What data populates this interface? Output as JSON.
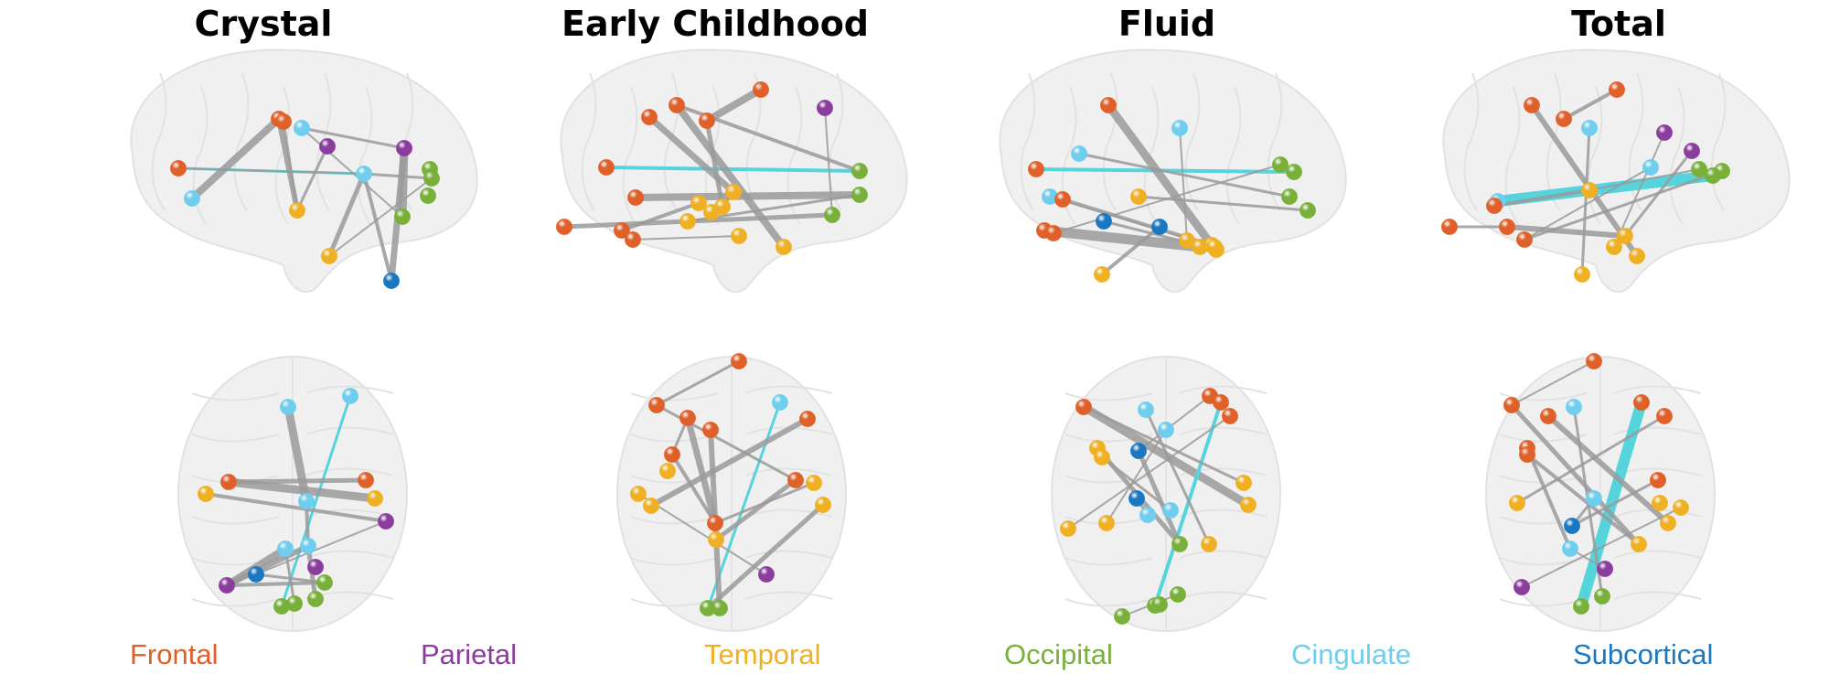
{
  "panels": [
    {
      "title": "Crystal"
    },
    {
      "title": "Early Childhood"
    },
    {
      "title": "Fluid"
    },
    {
      "title": "Total"
    }
  ],
  "legend": [
    {
      "label": "Frontal",
      "color": "#e0602a",
      "region": "frontal"
    },
    {
      "label": "Parietal",
      "color": "#8a3d9c",
      "region": "parietal"
    },
    {
      "label": "Temporal",
      "color": "#f0b023",
      "region": "temporal"
    },
    {
      "label": "Occipital",
      "color": "#78b03a",
      "region": "occipital"
    },
    {
      "label": "Cingulate",
      "color": "#6fcdee",
      "region": "cingulate"
    },
    {
      "label": "Subcortical",
      "color": "#1a78c2",
      "region": "subcortical"
    }
  ],
  "colors": {
    "connection": "#9a9a9a",
    "highlight_connection": "#55d4dc",
    "brain_fill": "#f0f0f0",
    "brain_fold": "#e2e2e2"
  },
  "views": [
    "sagittal",
    "axial"
  ]
}
